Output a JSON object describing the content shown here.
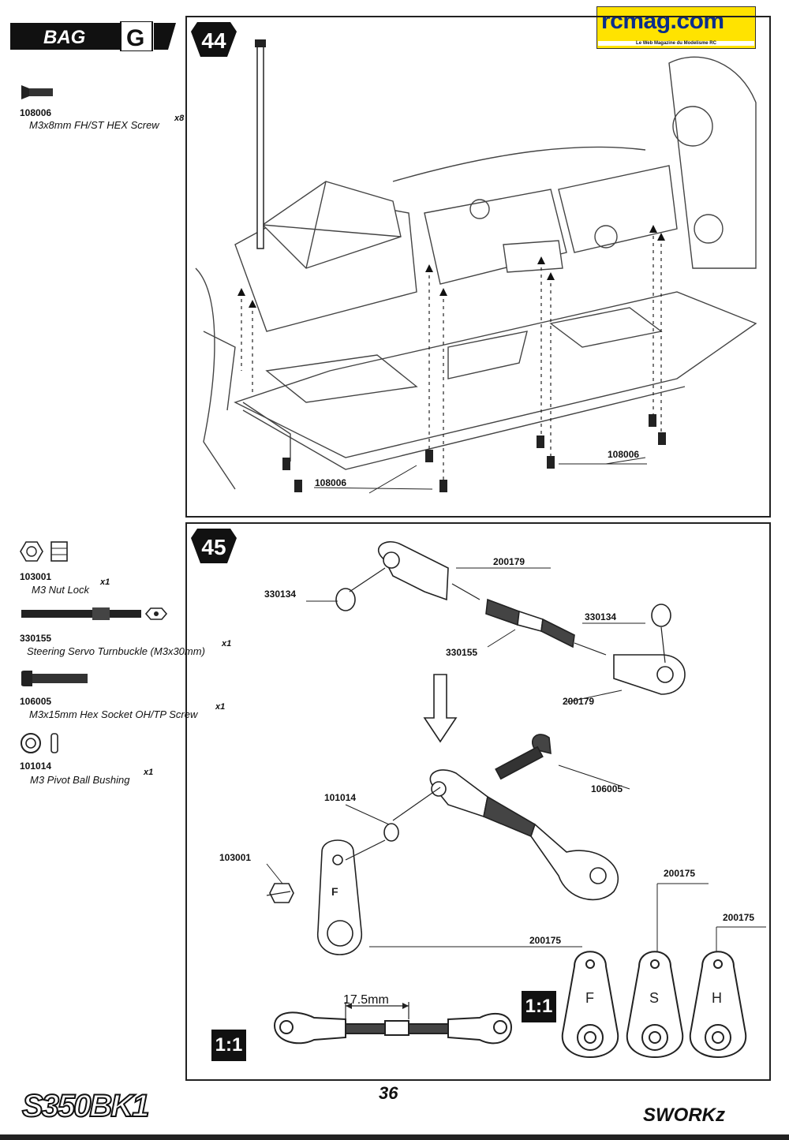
{
  "header": {
    "bag_word": "BAG",
    "bag_letter": "G",
    "site_logo": "rcmag.com",
    "site_tagline": "Le Web Magazine du Modelisme RC"
  },
  "step44": {
    "number": "44",
    "parts": [
      {
        "code": "108006",
        "desc": "M3x8mm FH/ST HEX Screw",
        "qty": "x8",
        "icon": "flat-head-screw-icon"
      }
    ],
    "callouts": [
      "108006",
      "108006"
    ]
  },
  "step45": {
    "number": "45",
    "parts": [
      {
        "code": "103001",
        "desc": "M3 Nut Lock",
        "qty": "x1",
        "icon": "nut-icon"
      },
      {
        "code": "330155",
        "desc": "Steering Servo Turnbuckle (M3x30mm)",
        "qty": "x1",
        "icon": "turnbuckle-icon"
      },
      {
        "code": "106005",
        "desc": "M3x15mm Hex Socket OH/TP Screw",
        "qty": "x1",
        "icon": "socket-screw-icon"
      },
      {
        "code": "101014",
        "desc": "M3 Pivot Ball Bushing",
        "qty": "x1",
        "icon": "bushing-icon"
      }
    ],
    "callouts": {
      "c200179_top": "200179",
      "c330134_left": "330134",
      "c330134_right": "330134",
      "c330155": "330155",
      "c200179_bottom": "200179",
      "c106005": "106005",
      "c101014": "101014",
      "c103001": "103001",
      "c200175_main": "200175",
      "c200175_s": "200175",
      "c200175_h": "200175"
    },
    "dimension": "17.5mm",
    "scale_label": "1:1",
    "horn_letters": [
      "F",
      "S",
      "H"
    ],
    "horn_f_letter": "F"
  },
  "footer": {
    "page_number": "36",
    "model_logo": "S350BK1",
    "brand_logo": "SWORKz"
  }
}
